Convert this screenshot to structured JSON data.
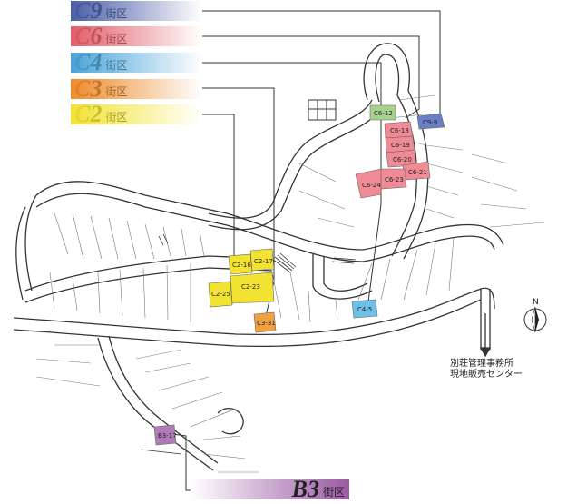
{
  "legend": [
    {
      "code": "C9",
      "suffix": "街区",
      "color": "#4a5fa8"
    },
    {
      "code": "C6",
      "suffix": "街区",
      "color": "#e35d6a"
    },
    {
      "code": "C4",
      "suffix": "街区",
      "color": "#4aa3d8"
    },
    {
      "code": "C3",
      "suffix": "街区",
      "color": "#f08a2a"
    },
    {
      "code": "C2",
      "suffix": "街区",
      "color": "#f2e332"
    }
  ],
  "b3": {
    "code": "B3",
    "suffix": "街区",
    "color": "#9a5aa3"
  },
  "lots": {
    "c6_12": "C6-12",
    "c9_9": "C9-9",
    "c6_18": "C6-18",
    "c6_19": "C6-19",
    "c6_20": "C6-20",
    "c6_21": "C6-21",
    "c6_23": "C6-23",
    "c6_24": "C6-24",
    "c2_16": "C2-16",
    "c2_17": "C2-17",
    "c2_23": "C2-23",
    "c2_25": "C2-25",
    "c3_31": "C3-31",
    "c4_5": "C4-5",
    "b3_17": "B3-17"
  },
  "office": {
    "line1": "別荘管理事務所",
    "line2": "現地販売センター"
  },
  "north": "N",
  "colors": {
    "road": "#333333",
    "lot_line": "#888888",
    "c2": "#f2e332",
    "c3": "#f0a040",
    "c4": "#6fc0e8",
    "c6": "#f08a95",
    "c6_12": "#a9d18e",
    "c9": "#6a7fc8",
    "b3": "#b07ab8"
  }
}
